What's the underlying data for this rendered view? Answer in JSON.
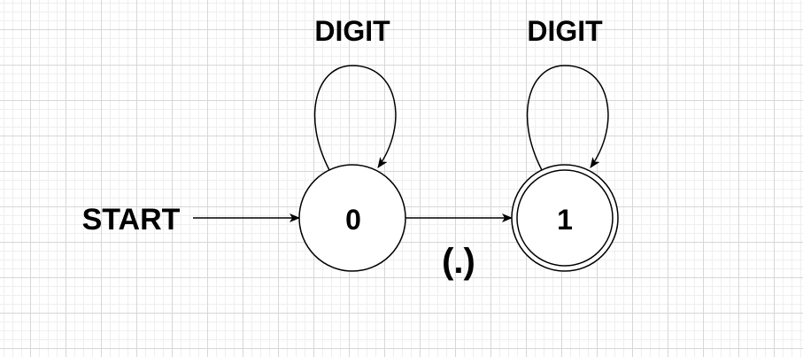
{
  "diagram": {
    "start_label": "START",
    "transition_label": "(.)",
    "states": [
      {
        "name": "0",
        "loop_label": "DIGIT",
        "accepting": false
      },
      {
        "name": "1",
        "loop_label": "DIGIT",
        "accepting": true
      }
    ]
  },
  "colors": {
    "stroke": "#000000",
    "background": "#ffffff",
    "grid_major": "#d7d7d7",
    "grid_minor": "#efefef"
  }
}
